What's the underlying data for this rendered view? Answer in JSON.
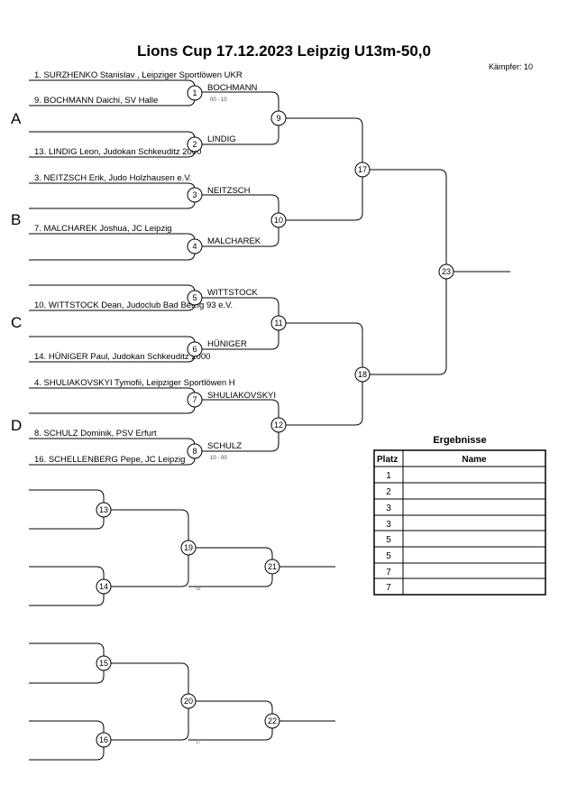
{
  "header": {
    "title": "Lions Cup  17.12.2023  Leipzig   U13m-50,0",
    "fighter_count": "Kämpfer: 10"
  },
  "pools": [
    "A",
    "B",
    "C",
    "D"
  ],
  "competitors": [
    "1. SURZHENKO Stanislav , Leipziger Sportlöwen UKR",
    "9. BOCHMANN Daichi, SV Halle",
    "13. LINDIG  Leon, Judokan Schkeuditz 2000",
    "3. NEITZSCH Erik, Judo Holzhausen e.V.",
    "7. MALCHAREK Joshua, JC Leipzig",
    "10. WITTSTOCK Dean, Judoclub Bad Belzig 93 e.V.",
    "14. HÜNIGER  Paul, Judokan Schkeuditz 2000",
    "4. SHULIAKOVSKYI Tymofii, Leipziger Sportlöwen H",
    "8. SCHULZ Dominik, PSV Erfurt",
    "16. SCHELLENBERG Pepe, JC Leipzig"
  ],
  "winners": {
    "m1": "BOCHMANN",
    "m2": "LINDIG",
    "m3": "NEITZSCH",
    "m4": "MALCHAREK",
    "m5": "WITTSTOCK",
    "m6": "HÜNIGER",
    "m7": "SHULIAKOVSKYI",
    "m8": "SCHULZ"
  },
  "scores": {
    "m1": "00 - 10",
    "m8": "10 - 00"
  },
  "match_numbers": [
    "1",
    "2",
    "3",
    "4",
    "5",
    "6",
    "7",
    "8",
    "9",
    "10",
    "11",
    "12",
    "13",
    "14",
    "15",
    "16",
    "17",
    "18",
    "19",
    "20",
    "21",
    "22",
    "23"
  ],
  "repechage_refs": {
    "r1": "18",
    "r2": "17"
  },
  "results": {
    "title": "Ergebnisse",
    "col_place": "Platz",
    "col_name": "Name",
    "places": [
      "1",
      "2",
      "3",
      "3",
      "5",
      "5",
      "7",
      "7"
    ]
  }
}
